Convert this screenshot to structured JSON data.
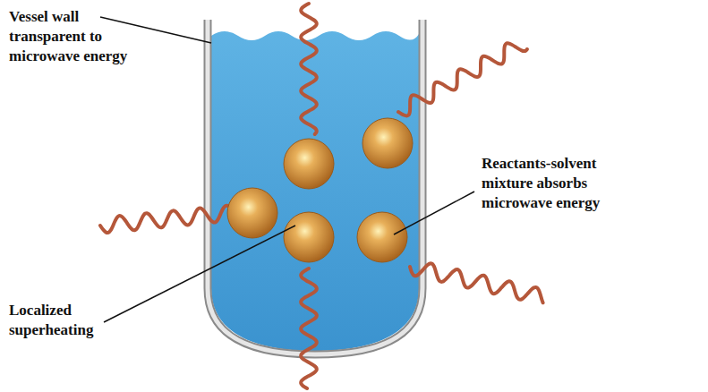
{
  "diagram": {
    "labels": [
      "Vessel wall transparent to microwave energy",
      "Reactants-solvent mixture absorbs microwave energy",
      "Localized superheating"
    ]
  }
}
